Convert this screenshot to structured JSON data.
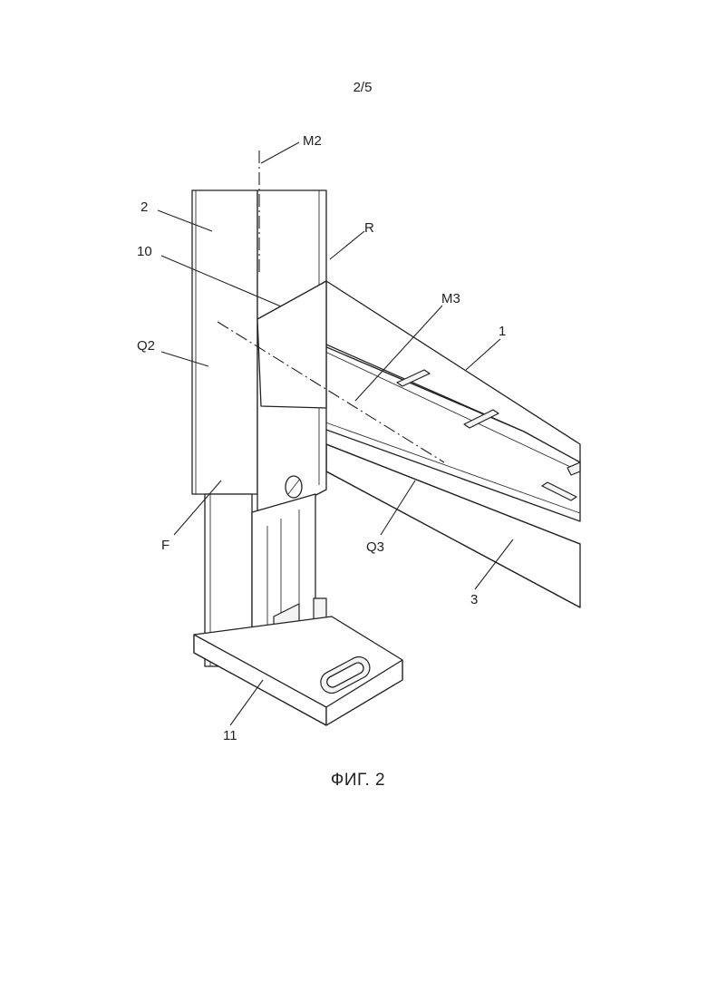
{
  "sheet": {
    "number": "2/5"
  },
  "figure": {
    "caption": "ФИГ. 2"
  },
  "labels": {
    "m2": "M2",
    "two": "2",
    "r": "R",
    "ten": "10",
    "m3": "M3",
    "one": "1",
    "q2": "Q2",
    "f": "F",
    "q3": "Q3",
    "three": "3",
    "eleven": "11"
  }
}
